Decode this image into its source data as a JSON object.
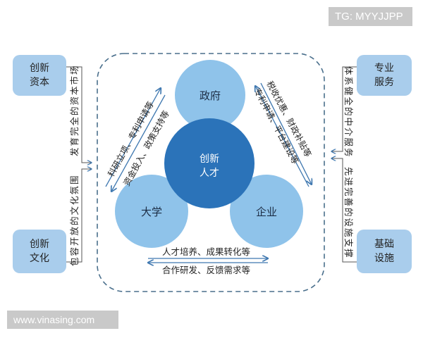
{
  "watermarks": {
    "top": "TG: MYYJJPP",
    "bottom": "www.vinasing.com"
  },
  "outer_boxes": {
    "capital": "创新资本",
    "culture": "创新文化",
    "service": "专业服务",
    "infra": "基础设施"
  },
  "outer_labels": {
    "capital": "发育完全的资本市场",
    "culture": "包容开放的文化氛围",
    "service": "体系健全的中介服务",
    "infra": "先进完善的设施支撑"
  },
  "circles": {
    "gov": "政府",
    "talent_1": "创新",
    "talent_2": "人才",
    "univ": "大学",
    "ent": "企业"
  },
  "flows": {
    "univ_to_gov": "科研立项、专利申请等",
    "gov_to_univ": "资金投入、政策支持等",
    "gov_to_ent": "税收优惠、财政补贴等",
    "ent_to_gov": "专利申请、平台建设等",
    "univ_to_ent": "人才培养、成果转化等",
    "ent_to_univ": "合作研发、反馈需求等"
  },
  "colors": {
    "light": "#8fc3ea",
    "dark": "#2b73b9",
    "box": "#a9cdec",
    "line": "#3f6d96"
  }
}
